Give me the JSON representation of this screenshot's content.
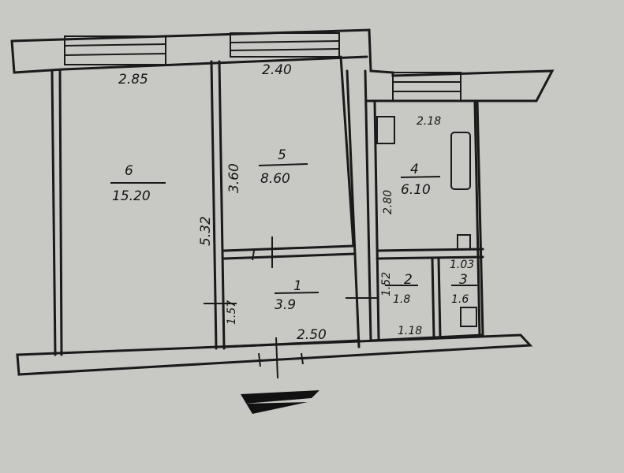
{
  "plan": {
    "rooms": [
      {
        "number": "6",
        "area": "15.20"
      },
      {
        "number": "5",
        "area": "8.60"
      },
      {
        "number": "4",
        "area": "6.10"
      },
      {
        "number": "1",
        "area": "3.9"
      },
      {
        "number": "2",
        "area": "1.8"
      },
      {
        "number": "3",
        "area": "1.6"
      }
    ],
    "dimensions": {
      "room6_width": "2.85",
      "room5_width": "2.40",
      "room4_width": "2.18",
      "room5_depth": "3.60",
      "room6_depth": "5.32",
      "room4_depth": "2.80",
      "room1_depth": "1.57",
      "room1_width": "2.50",
      "room2_depth": "1.52",
      "room2_width": "1.18",
      "room3_width": "1.03"
    }
  }
}
